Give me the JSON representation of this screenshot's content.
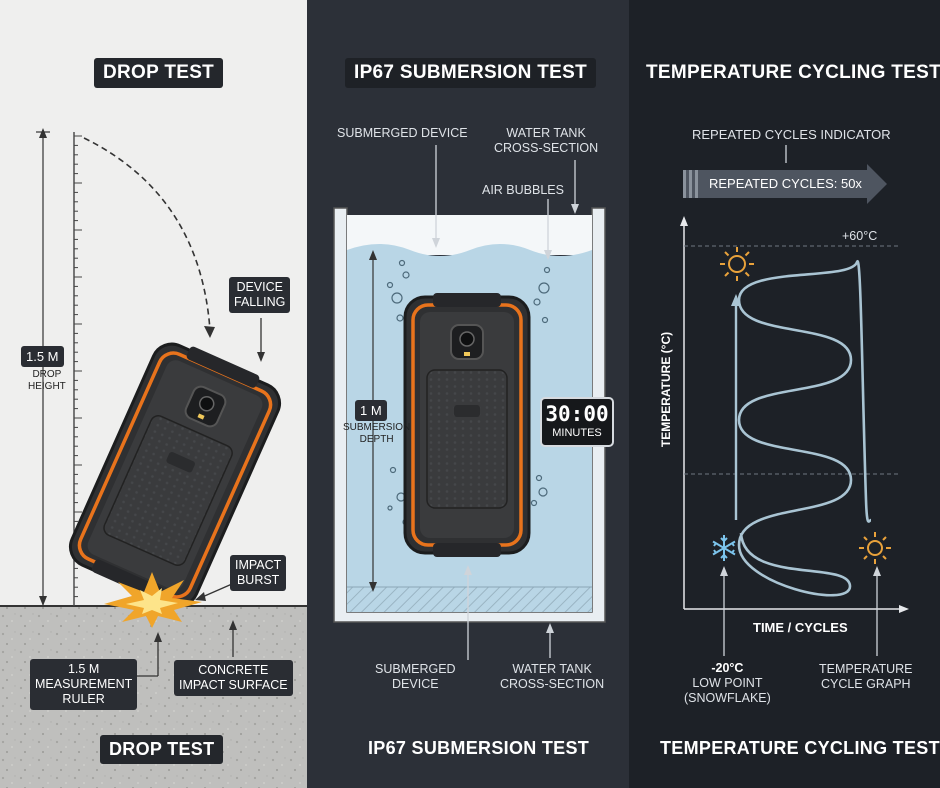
{
  "drop_panel": {
    "title_top": "DROP TEST",
    "title_bottom": "DROP TEST",
    "height_value": "1.5 M",
    "height_caption_1": "DROP",
    "height_caption_2": "HEIGHT",
    "falling_1": "DEVICE",
    "falling_2": "FALLING",
    "impact_1": "IMPACT",
    "impact_2": "BURST",
    "ruler_1": "1.5 M",
    "ruler_2": "MEASUREMENT",
    "ruler_3": "RULER",
    "surface_1": "CONCRETE",
    "surface_2": "IMPACT SURFACE"
  },
  "submersion_panel": {
    "title_top": "IP67 SUBMERSION TEST",
    "title_bottom": "IP67 SUBMERSION TEST",
    "device_top": "SUBMERGED DEVICE",
    "tank_top_1": "WATER TANK",
    "tank_top_2": "CROSS-SECTION",
    "bubbles": "AIR BUBBLES",
    "depth_value": "1 M",
    "depth_caption_1": "SUBMERSION",
    "depth_caption_2": "DEPTH",
    "timer_value": "30:00",
    "timer_unit": "MINUTES",
    "device_bottom_1": "SUBMERGED",
    "device_bottom_2": "DEVICE",
    "tank_bottom_1": "WATER TANK",
    "tank_bottom_2": "CROSS-SECTION"
  },
  "temperature_panel": {
    "title_top": "TEMPERATURE CYCLING TEST",
    "title_bottom": "TEMPERATURE CYCLING TEST",
    "cycles_indicator": "REPEATED CYCLES INDICATOR",
    "cycles_arrow": "REPEATED CYCLES: 50x",
    "high_temp": "+60°C",
    "y_axis": "TEMPERATURE (°C)",
    "x_axis": "TIME / CYCLES",
    "low_temp": "-20°C",
    "low_1": "LOW POINT",
    "low_2": "(SNOWFLAKE)",
    "graph_1": "TEMPERATURE",
    "graph_2": "CYCLE GRAPH"
  },
  "colors": {
    "accent_orange": "#e8731c",
    "water": "#b9d6e6",
    "phone_body": "#2e2f31",
    "sun": "#e9a23b",
    "snow": "#7cc4ec"
  }
}
